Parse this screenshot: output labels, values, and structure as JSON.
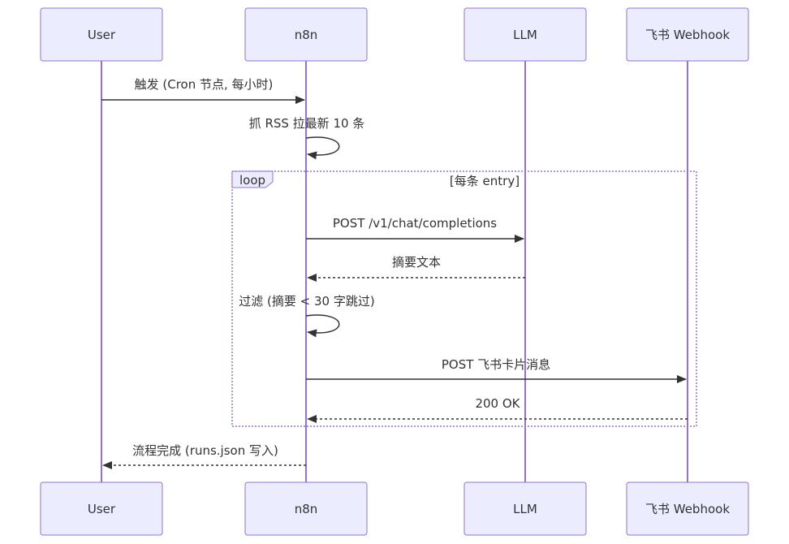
{
  "actors": [
    {
      "id": "user",
      "label": "User"
    },
    {
      "id": "n8n",
      "label": "n8n"
    },
    {
      "id": "llm",
      "label": "LLM"
    },
    {
      "id": "feishu",
      "label": "飞书 Webhook"
    }
  ],
  "messages": [
    {
      "text": "触发 (Cron 节点, 每小时)"
    },
    {
      "text": "抓 RSS 拉最新 10 条"
    },
    {
      "text": "POST /v1/chat/completions"
    },
    {
      "text": "摘要文本"
    },
    {
      "text": "过滤 (摘要 < 30 字跳过)"
    },
    {
      "text": "POST 飞书卡片消息"
    },
    {
      "text": "200 OK"
    },
    {
      "text": "流程完成 (runs.json 写入)"
    }
  ],
  "loop": {
    "keyword": "loop",
    "condition": "[每条 entry]"
  },
  "colors": {
    "actor_fill": "#ECECFF",
    "actor_border": "#9370DB",
    "lifeline": "#9370DB",
    "text": "#333333",
    "arrow": "#333333"
  }
}
